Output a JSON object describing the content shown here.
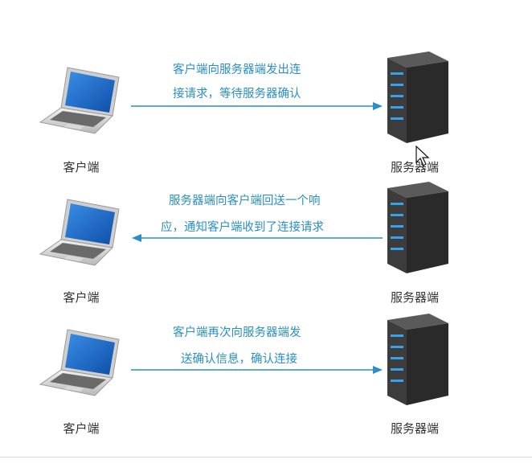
{
  "colors": {
    "accent": "#2a8fc6",
    "label": "#333333",
    "server_led": "#3aa0e8"
  },
  "steps": [
    {
      "client_label": "客户端",
      "server_label": "服务器端",
      "message_line1": "客户端向服务器端发出连",
      "message_line2": "接请求，等待服务器确认",
      "direction": "client-to-server"
    },
    {
      "client_label": "客户端",
      "server_label": "服务器端",
      "message_line1": "服务器端向客户端回送一个响",
      "message_line2": "应，通知客户端收到了连接请求",
      "direction": "server-to-client"
    },
    {
      "client_label": "客户端",
      "server_label": "服务器端",
      "message_line1": "客户端再次向服务器端发",
      "message_line2": "送确认信息，确认连接",
      "direction": "client-to-server"
    }
  ]
}
